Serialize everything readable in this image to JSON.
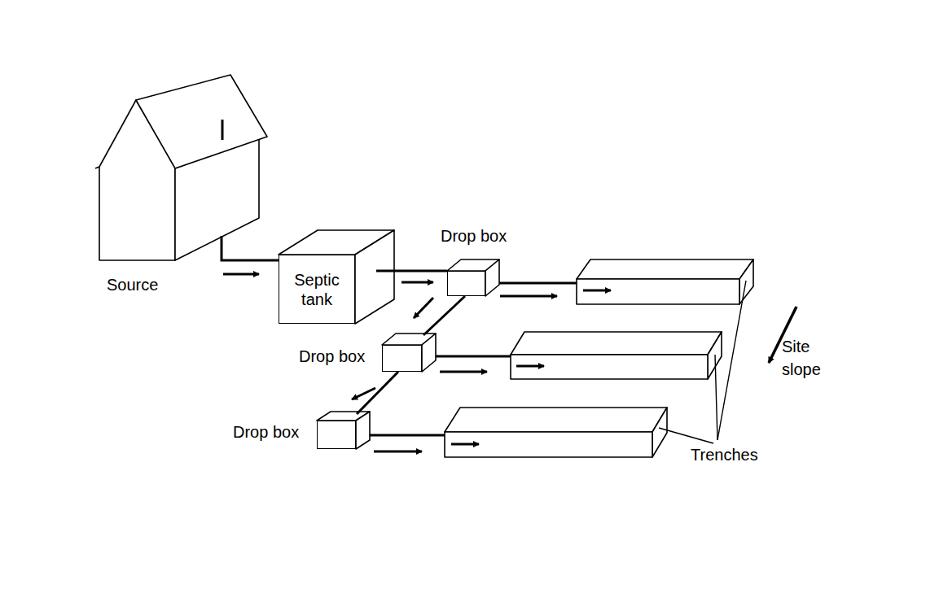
{
  "diagram": {
    "nodes": [
      {
        "text": [
          "Source"
        ]
      },
      {
        "text": [
          "Septic tank"
        ]
      },
      {
        "text": [
          "Drop box"
        ]
      },
      {
        "text": [
          "Drop box"
        ]
      },
      {
        "text": [
          "Drop box"
        ]
      }
    ],
    "edges": [
      {
        "from": 0,
        "to": 1,
        "arrow": "to"
      },
      {
        "from": 1,
        "to": 2,
        "arrow": "to"
      },
      {
        "from": 2,
        "to": 3,
        "arrow": "to"
      },
      {
        "from": 3,
        "to": 4,
        "arrow": "to"
      }
    ],
    "labels": [
      "Trenches",
      "Site slope"
    ]
  }
}
